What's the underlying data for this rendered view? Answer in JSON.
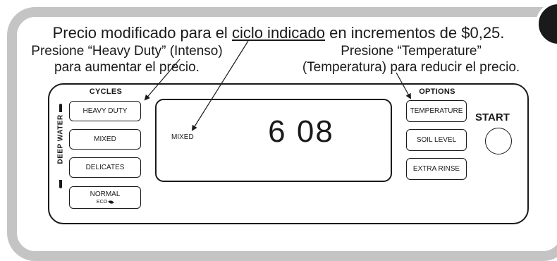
{
  "captions": {
    "top_before": "Precio modificado para el ",
    "top_underlined": "ciclo indicado",
    "top_after": " en incrementos de $0,25.",
    "left_line1": "Presione “Heavy Duty” (Intenso)",
    "left_line2": "para aumentar el precio.",
    "right_line1": "Presione “Temperature”",
    "right_line2": "(Temperatura) para reducir el precio."
  },
  "panel": {
    "cycles_label": "CYCLES",
    "options_label": "OPTIONS",
    "deep_water_label": "DEEP WATER",
    "cycles": {
      "heavy_duty": "HEAVY DUTY",
      "mixed": "MIXED",
      "delicates": "DELICATES",
      "normal": "NORMAL",
      "normal_eco": "ECO"
    },
    "options": {
      "temperature": "TEMPERATURE",
      "soil_level": "SOIL LEVEL",
      "extra_rinse": "EXTRA RINSE"
    },
    "display": {
      "mode": "MIXED",
      "price": "6 08"
    },
    "start_label": "START"
  },
  "icons": {
    "eco": "leaf-icon",
    "start": "start-circle-button"
  },
  "colors": {
    "frame": "#c4c4c4",
    "ink": "#1a1a1a"
  }
}
